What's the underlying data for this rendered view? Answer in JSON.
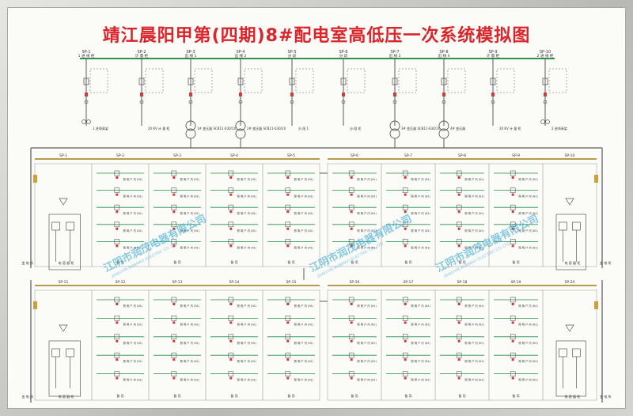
{
  "title": "靖江晨阳甲第(四期)8#配电室高低压一次系统模拟图",
  "colors": {
    "busbar_hv": "#2e8f4e",
    "busbar_lv": "#b79a4b",
    "wire": "#5b5b5b",
    "breaker_red": "#d43a3a",
    "title_red": "#d9252b",
    "watermark": "#2a9fd0"
  },
  "hv_panels": [
    {
      "id": "SP-1",
      "label": "1 进 线 柜",
      "bottom": "1 进线高架"
    },
    {
      "id": "SP-2",
      "label": "计 量 柜",
      "bottom": "20 KV 计 量 柜"
    },
    {
      "id": "SP-3",
      "label": "出 线 1",
      "bottom": "1# 变压器 SCB11-630/10"
    },
    {
      "id": "SP-4",
      "label": "出 线 2",
      "bottom": "2# 变压器 SCB11-630/10"
    },
    {
      "id": "SP-5",
      "label": "分 段",
      "bottom": "分 段 1"
    },
    {
      "id": "SP-6",
      "label": "分 段",
      "bottom": "分 段 柜"
    },
    {
      "id": "SP-7",
      "label": "出 线 3",
      "bottom": "3# 变压器 SCB11-630/10"
    },
    {
      "id": "SP-8",
      "label": "出 线 4",
      "bottom": "4# 变压器"
    },
    {
      "id": "SP-9",
      "label": "计 量 柜",
      "bottom": "20 KV 计 量 柜"
    },
    {
      "id": "SP-10",
      "label": "2 进 线 柜",
      "bottom": "2 进线高架"
    }
  ],
  "lv_sections": [
    {
      "name": "section-1",
      "panels": [
        "SP-1",
        "SP-2",
        "SP-3",
        "SP-4",
        "SP-5"
      ],
      "side_label": "变 电 所",
      "cap_label": "电 容 器 柜"
    },
    {
      "name": "section-2",
      "panels": [
        "SP-6",
        "SP-7",
        "SP-8",
        "SP-9",
        "SP-10"
      ],
      "side_label": "变 电 所",
      "cap_label": "电 容 器 柜"
    },
    {
      "name": "section-3",
      "panels": [
        "SP-11",
        "SP-12",
        "SP-13",
        "SP-14",
        "SP-15"
      ],
      "side_label": "变 电 所",
      "cap_label": "电 容 器 柜"
    },
    {
      "name": "section-4",
      "panels": [
        "SP-16",
        "SP-17",
        "SP-18",
        "SP-19",
        "SP-20"
      ],
      "side_label": "变 电 所",
      "cap_label": "电 容 器 柜"
    }
  ],
  "lv_feeder_text": "照 明 户 内 (N1)",
  "spare_text": "备 用",
  "watermarks": [
    "江阴市润茂电器有限公司",
    "江阴市润茂电器有限公司",
    "江阴市润茂电器有限公司"
  ],
  "watermark_sub": "JIANGYIN RUNMAO ELECTRIC CO.,LTD"
}
